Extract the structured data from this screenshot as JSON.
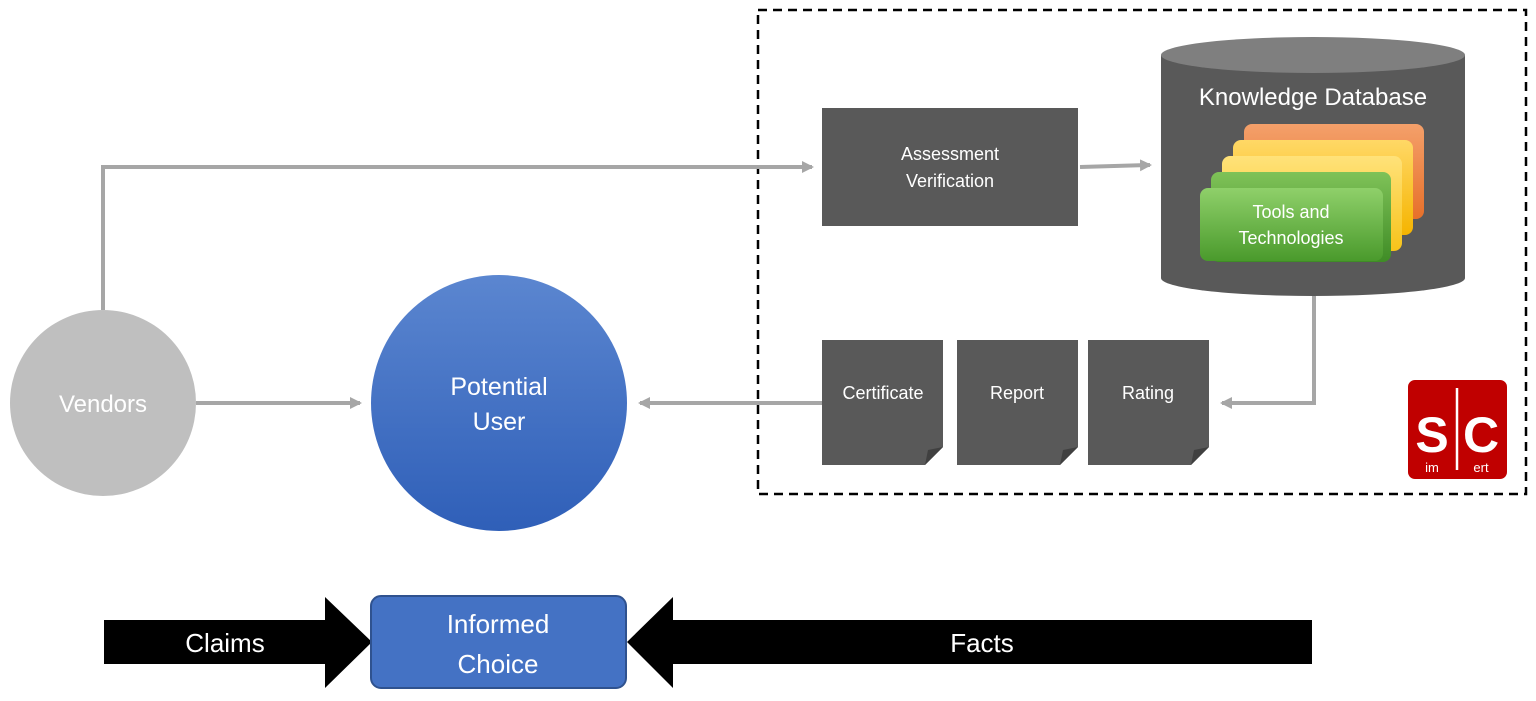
{
  "vendors": {
    "label": "Vendors"
  },
  "potential_user": {
    "line1": "Potential",
    "line2": "User"
  },
  "assessment": {
    "line1": "Assessment",
    "line2": "Verification"
  },
  "knowledge_db": {
    "title": "Knowledge Database",
    "card_line1": "Tools and",
    "card_line2": "Technologies"
  },
  "outputs": {
    "certificate": "Certificate",
    "report": "Report",
    "rating": "Rating"
  },
  "bottom": {
    "claims": "Claims",
    "facts": "Facts",
    "choice_line1": "Informed",
    "choice_line2": "Choice"
  },
  "logo": {
    "left": "S",
    "left_sub": "im",
    "right": "C",
    "right_sub": "ert"
  },
  "colors": {
    "connector": "#a6a6a6",
    "box_dark": "#595959",
    "vendor_gray": "#bfbfbf",
    "user_blue": "#4472c4",
    "card_green": "#70ad47",
    "card_orange": "#ed7d31",
    "card_yellow": "#ffc000",
    "logo_red": "#c00000",
    "arrow_black": "#000000"
  }
}
